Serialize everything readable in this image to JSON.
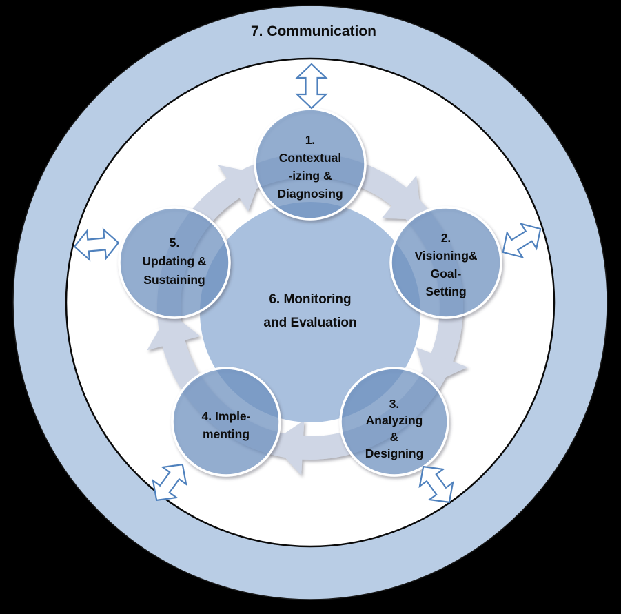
{
  "diagram": {
    "outer_label": "7. Communication",
    "center_label": {
      "lines": [
        "6. Monitoring",
        "and Evaluation"
      ]
    },
    "steps": [
      {
        "lines": [
          "1.",
          "Contextual",
          "-izing &",
          "Diagnosing"
        ]
      },
      {
        "lines": [
          "2.",
          "Visioning&",
          "Goal-",
          "Setting"
        ]
      },
      {
        "lines": [
          "3.",
          "Analyzing",
          "&",
          "Designing"
        ]
      },
      {
        "lines": [
          "4. Imple-",
          "menting"
        ]
      },
      {
        "lines": [
          "5.",
          "Updating &",
          "Sustaining"
        ]
      }
    ],
    "flow": {
      "direction": "clockwise",
      "cycle_arrowheads": 5,
      "outward_double_arrows": 5
    }
  },
  "colors": {
    "background": "#000000",
    "outer_ring": "#b9cde5",
    "inner_area": "#ffffff",
    "inner_border": "#0a0a0a",
    "cycle_band": "#cfd6e5",
    "center_circle": "#a9c0de",
    "step_circle": "#7096c8",
    "step_circle_border": "#ffffff",
    "outward_arrow_fill": "#ffffff",
    "outward_arrow_outline": "#4f81bd",
    "text": "#0d0d0d"
  }
}
